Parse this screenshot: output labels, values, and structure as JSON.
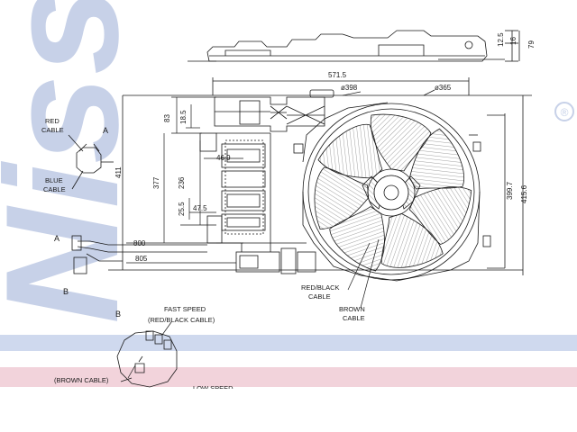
{
  "colors": {
    "watermark": "#c7d1e8",
    "band_blue": "#cfd9ee",
    "band_pink": "#f2d3db",
    "line": "#1a1a1a"
  },
  "watermark": {
    "brand": "Nissens",
    "registered": "®"
  },
  "dimensions": {
    "top_width": "571.5",
    "fan_dia_outer": "ø398",
    "fan_dia_inner": "ø365",
    "d83": "83",
    "d18_5": "18.5",
    "d46_9": "46.9",
    "d377": "377",
    "d236": "236",
    "d411": "411",
    "d25_5": "25.5",
    "d47_5": "47.5",
    "d399_7": "399.7",
    "d415_6": "415.6",
    "d800": "800",
    "d805": "805",
    "d12_5": "12.5",
    "d16": "16",
    "d79": "79"
  },
  "labels": {
    "red_cable": [
      "RED",
      "CABLE"
    ],
    "blue_cable": [
      "BLUE",
      "CABLE"
    ],
    "marker_a_top": "A",
    "marker_a_side": "A",
    "marker_b_side": "B",
    "marker_b_detail": "B",
    "red_black_cable": [
      "RED/BLACK",
      "CABLE"
    ],
    "brown_cable": [
      "BROWN",
      "CABLE"
    ],
    "fast_speed": [
      "FAST SPEED",
      "(RED/BLACK CABLE)"
    ],
    "brown_cable_paren": "(BROWN CABLE)",
    "low_speed": "LOW SPEED"
  }
}
